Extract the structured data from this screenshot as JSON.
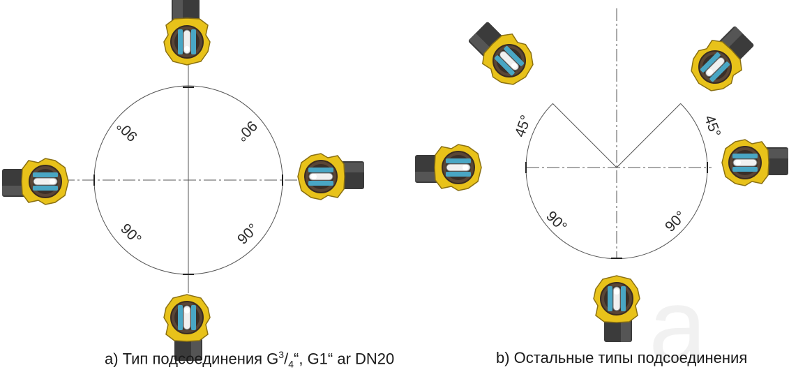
{
  "diagram_a": {
    "angles": [
      "90°",
      "90°",
      "90°",
      "90°"
    ],
    "caption": {
      "prefix": "a) Тип подсоединения G",
      "sup": "3",
      "slash": "/",
      "sub": "4",
      "suffix": "“, G1“ ar DN20"
    }
  },
  "diagram_b": {
    "angles": [
      "45°",
      "45°",
      "90°",
      "90°"
    ],
    "caption": "b) Остальные типы подсоединения"
  },
  "colors": {
    "housing_yellow": "#e8c21a",
    "housing_dark": "#4a4a4a",
    "cable_entry": "#3b3b3b",
    "shaft_blue": "#49a6c4",
    "line": "#555555"
  },
  "watermark": "a",
  "icons": [
    "display-housing-icon"
  ]
}
